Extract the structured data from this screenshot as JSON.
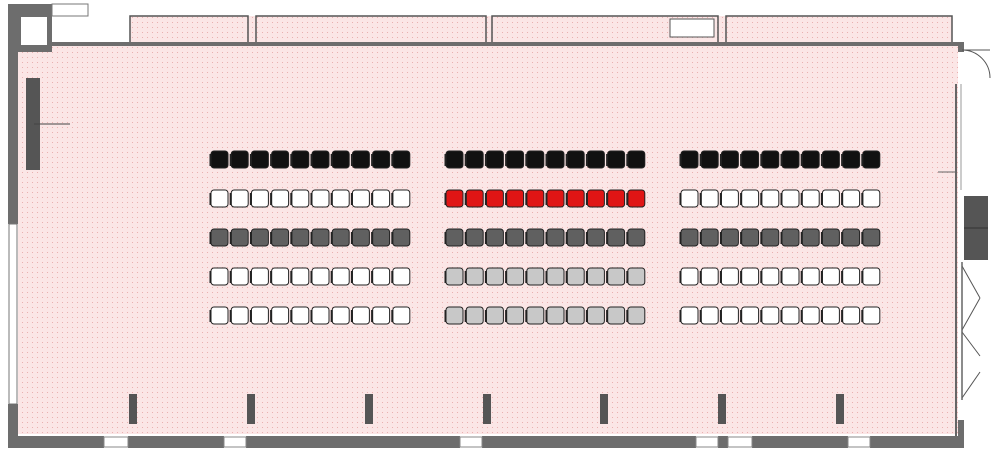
{
  "floor": {
    "fill": "#fbe6e6",
    "dot": "#e7a4a4"
  },
  "seat_colors": {
    "black": "#111111",
    "white": "#ffffff",
    "red": "#e01515",
    "dark": "#606060",
    "light": "#c8c8c8"
  },
  "seating": {
    "columns_per_block": 10,
    "blocks": [
      "left",
      "center",
      "right"
    ],
    "rows": [
      {
        "left": "black",
        "center": "black",
        "right": "black"
      },
      {
        "left": "white",
        "center": "red",
        "right": "white"
      },
      {
        "left": "dark",
        "center": "dark",
        "right": "dark"
      },
      {
        "left": "white",
        "center": "light",
        "right": "white"
      },
      {
        "left": "white",
        "center": "light",
        "right": "white"
      }
    ]
  }
}
